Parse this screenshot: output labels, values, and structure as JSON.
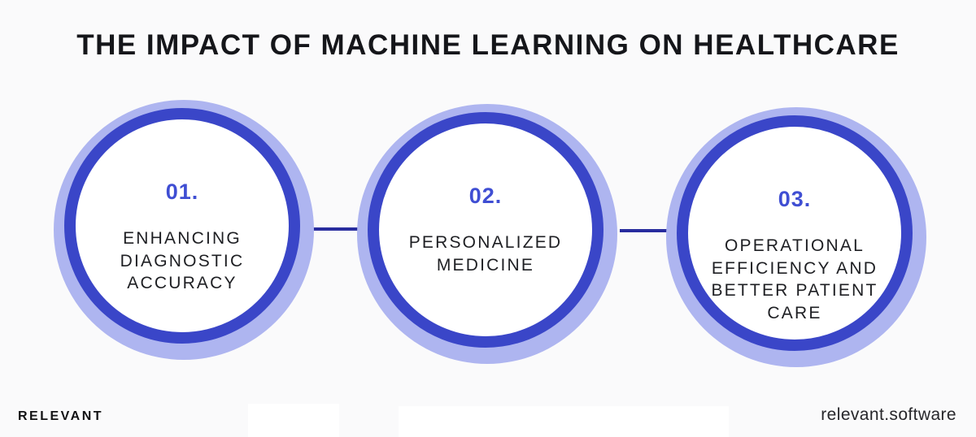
{
  "theme": {
    "background": "#FAFAFB",
    "ring": "#3A46C8",
    "halo": "#AEB5F0",
    "number": "#3F4ED3",
    "connector": "#282C9E",
    "title_color": "#15161A",
    "text_color": "#1E1F23"
  },
  "title": "THE IMPACT OF MACHINE LEARNING ON HEALTHCARE",
  "steps": [
    {
      "number": "01.",
      "lines": [
        "ENHANCING",
        "DIAGNOSTIC",
        "ACCURACY"
      ]
    },
    {
      "number": "02.",
      "lines": [
        "PERSONALIZED",
        "MEDICINE"
      ]
    },
    {
      "number": "03.",
      "lines": [
        "OPERATIONAL",
        "EFFICIENCY AND",
        "BETTER PATIENT",
        "CARE"
      ]
    }
  ],
  "footer": {
    "brand": "RELEVANT",
    "website": "relevant.software"
  }
}
